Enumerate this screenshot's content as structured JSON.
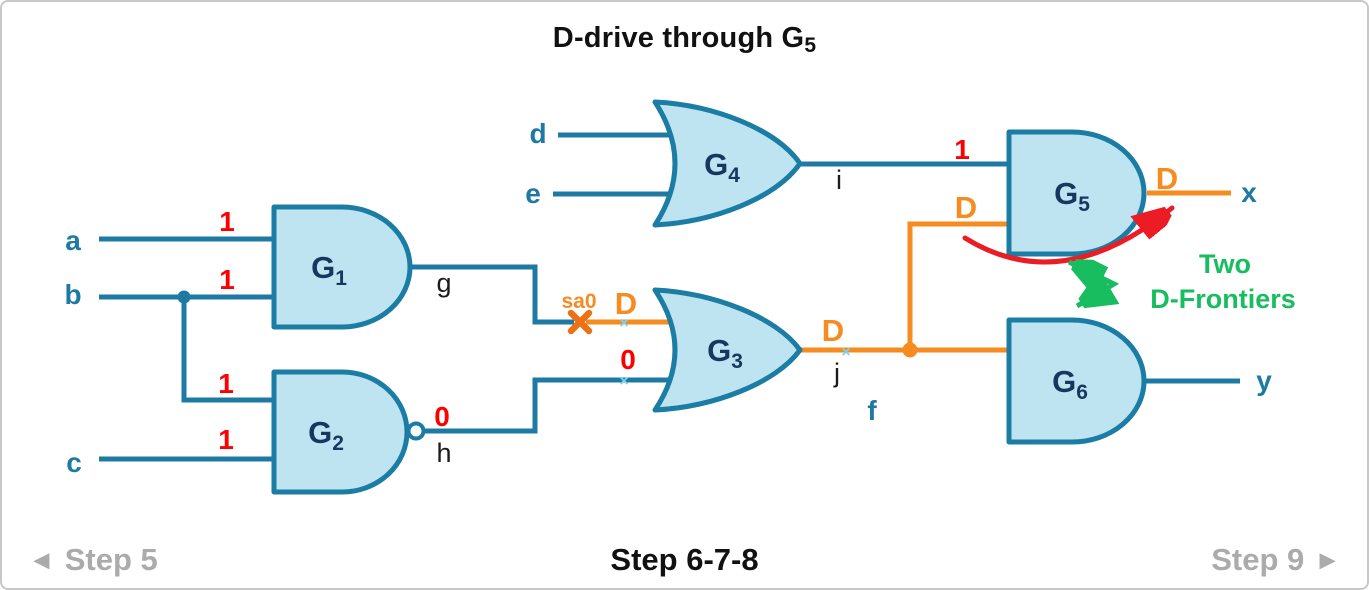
{
  "title": {
    "text": "D-drive through G",
    "sub": "5"
  },
  "annotation": {
    "line1": "Two",
    "line2": "D-Frontiers"
  },
  "fault": {
    "label": "sa0"
  },
  "gates": {
    "g1": {
      "name": "G",
      "sub": "1",
      "type": "AND"
    },
    "g2": {
      "name": "G",
      "sub": "2",
      "type": "NAND"
    },
    "g3": {
      "name": "G",
      "sub": "3",
      "type": "OR"
    },
    "g4": {
      "name": "G",
      "sub": "4",
      "type": "OR"
    },
    "g5": {
      "name": "G",
      "sub": "5",
      "type": "AND"
    },
    "g6": {
      "name": "G",
      "sub": "6",
      "type": "AND"
    }
  },
  "signals": {
    "inputs": {
      "a": "a",
      "b": "b",
      "c": "c",
      "d": "d",
      "e": "e",
      "f": "f"
    },
    "nets": {
      "g": "g",
      "h": "h",
      "i": "i",
      "j": "j"
    },
    "outputs": {
      "x": "x",
      "y": "y"
    }
  },
  "values": {
    "a": "1",
    "b": "1",
    "b_branch": "1",
    "c": "1",
    "h": "0",
    "g3_lower": "0",
    "i": "1",
    "g_fault": "D",
    "j": "D",
    "g5_input": "D",
    "x_out": "D"
  },
  "markers": {
    "tick": "×"
  },
  "nav": {
    "prev_arrow": "◄",
    "prev_label": "Step 5",
    "current_label": "Step 6-7-8",
    "next_label": "Step 9",
    "next_arrow": "►"
  },
  "colors": {
    "wire_teal": "#1E79A3",
    "fault_orange": "#F68B1F",
    "value_red": "#FF0000",
    "frontier_green": "#18BD5F",
    "gate_fill": "#BEE3F1",
    "gate_stroke": "#1B7CA4",
    "gate_label_navy": "#17375E",
    "nav_gray": "#ABABAB",
    "arc_red": "#EC1C24"
  }
}
